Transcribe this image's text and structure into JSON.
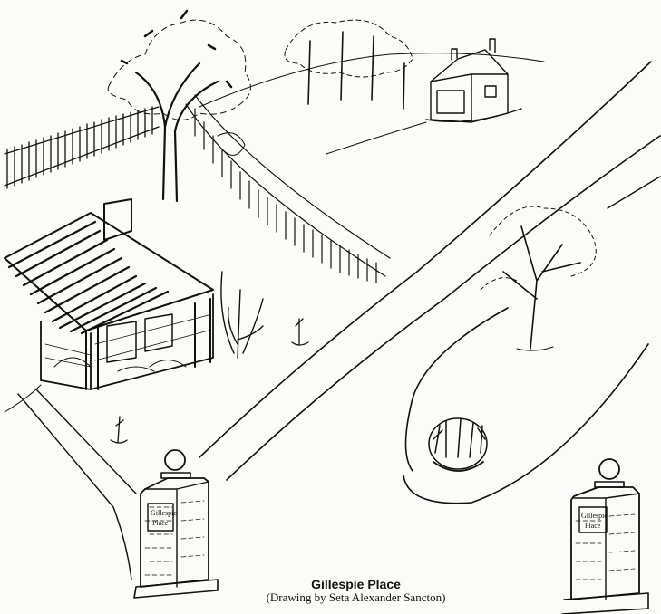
{
  "caption": {
    "title": "Gillespie Place",
    "credit": "(Drawing by Seta Alexander Sancton)"
  },
  "pillars": {
    "left_sign_line1": "Gillespie",
    "left_sign_line2": "Place",
    "right_sign_line1": "Gillespie",
    "right_sign_line2": "Place"
  },
  "colors": {
    "ink": "#111111",
    "paper": "#fbfbf9"
  }
}
